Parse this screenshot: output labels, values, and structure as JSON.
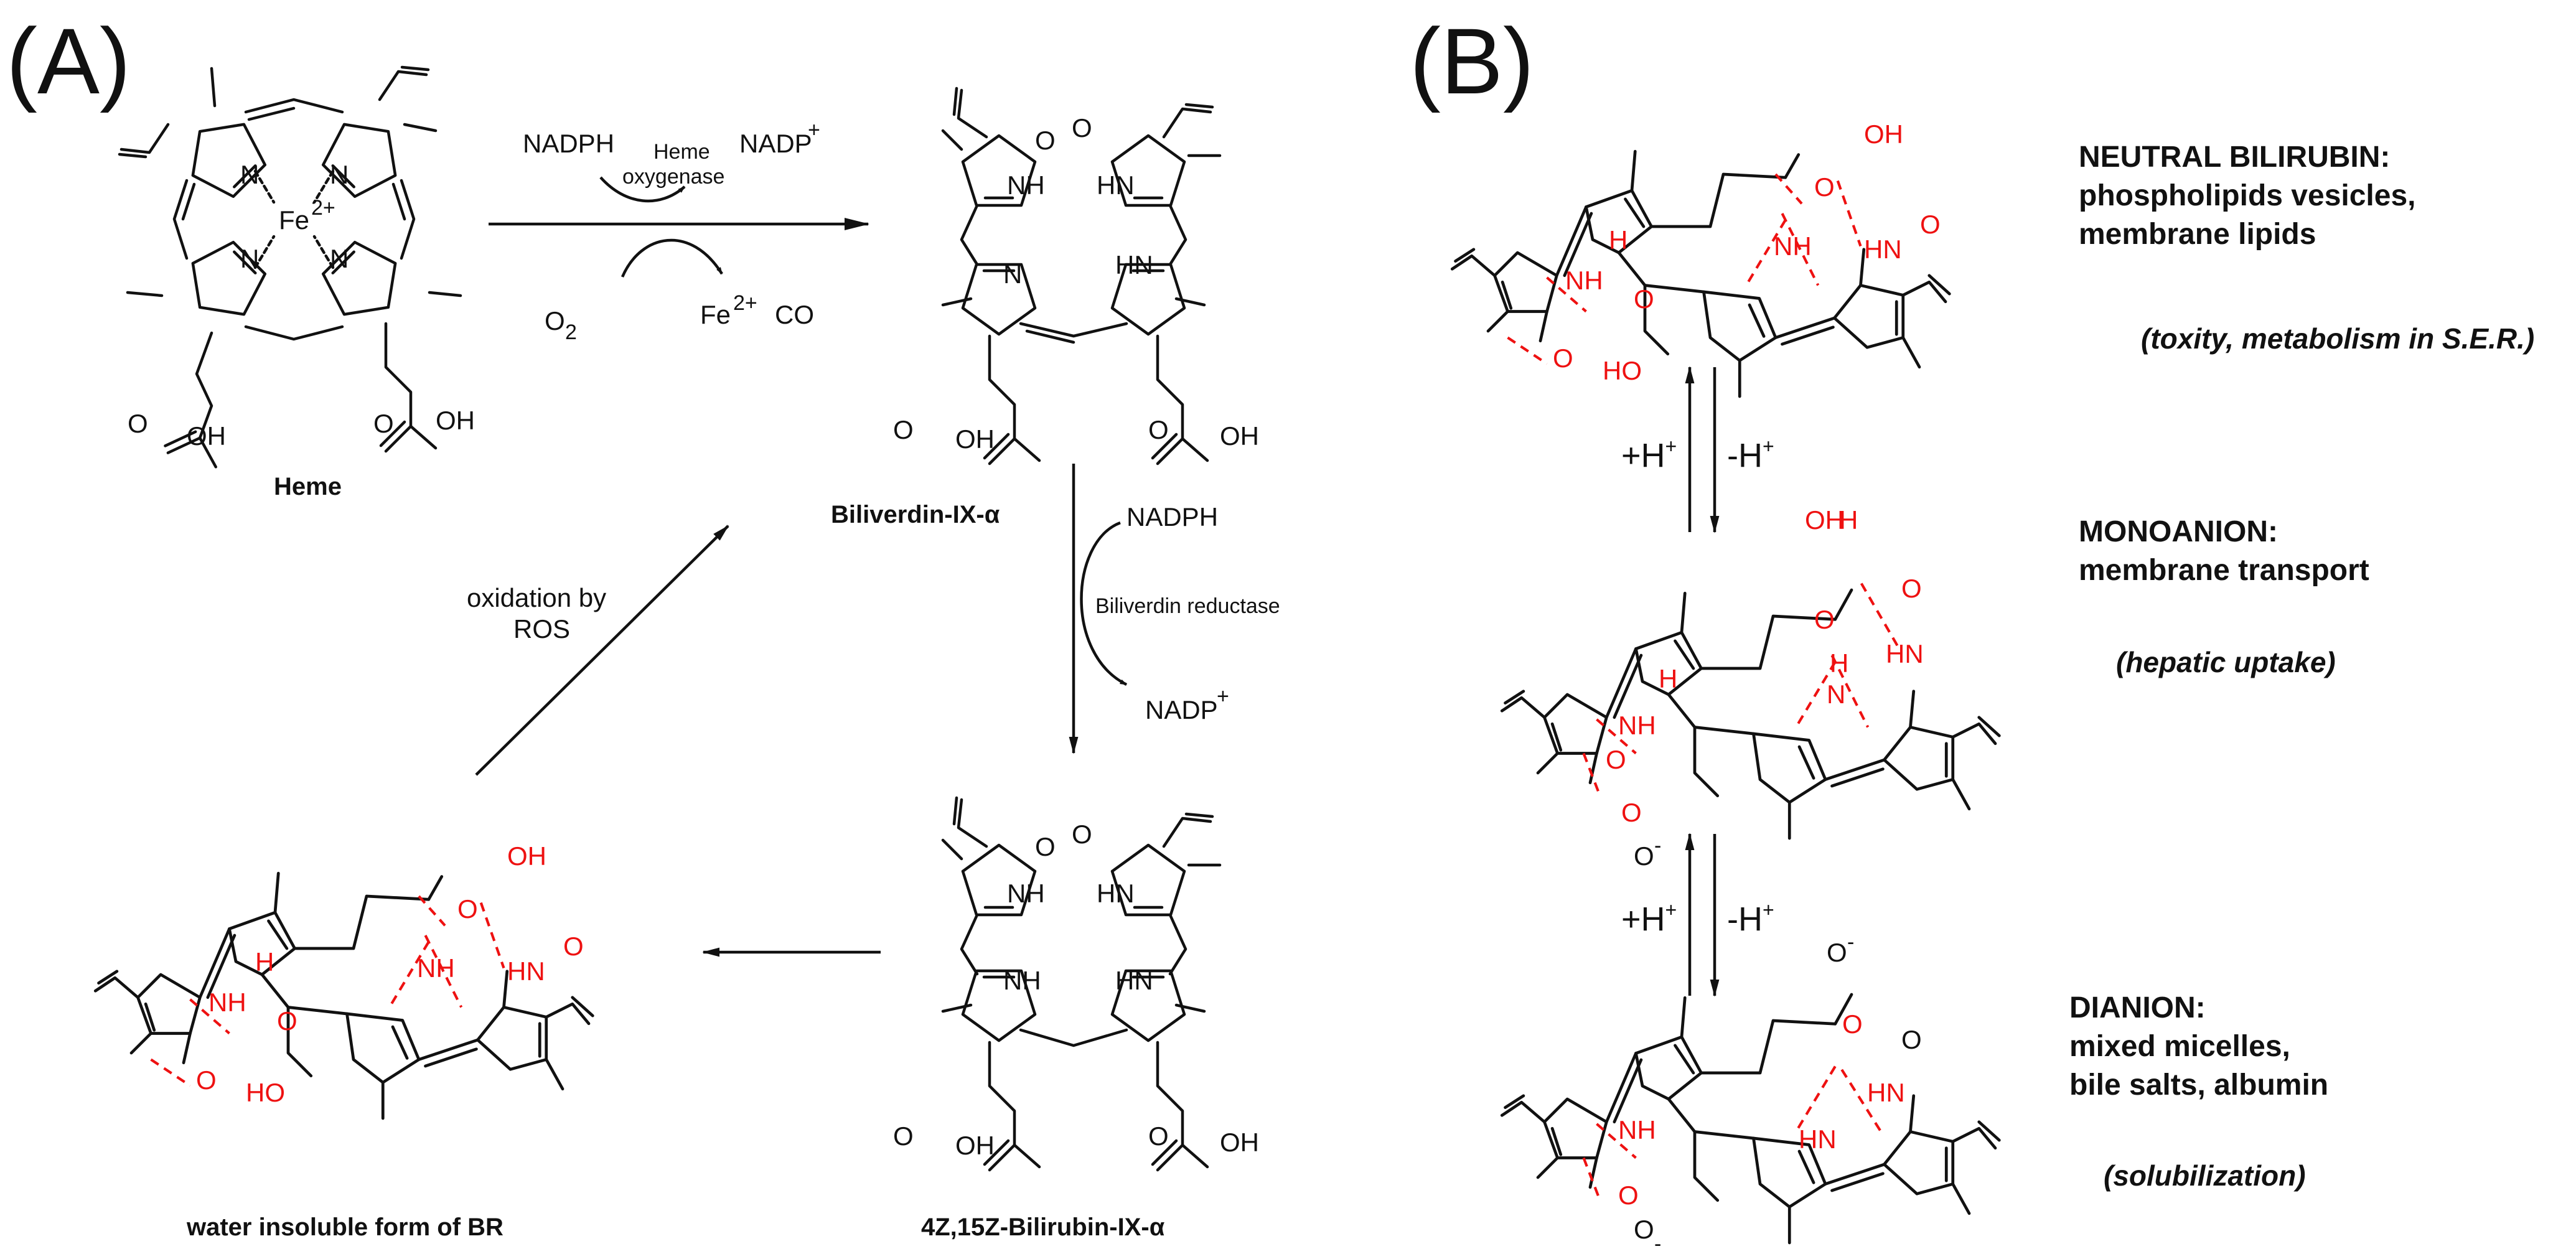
{
  "panels": {
    "a": "(A)",
    "b": "(B)"
  },
  "atoms": {
    "N": "N",
    "NH": "NH",
    "HN": "HN",
    "H": "H",
    "O": "O",
    "OH": "OH",
    "HO": "HO",
    "Fe": "Fe",
    "Fe_charge": "2+",
    "O_minus": "O",
    "minus": "-"
  },
  "reaction_a": {
    "nadph_1": "NADPH",
    "nadp_1": "NADP",
    "plus": "+",
    "enzyme_1_line1": "Heme",
    "enzyme_1_line2": "oxygenase",
    "o2": "O",
    "o2_sub": "2",
    "fe_release": "Fe",
    "fe_release_charge": "2+",
    "co": "CO",
    "nadph_2": "NADPH",
    "enzyme_2": "Biliverdin reductase",
    "nadp_2": "NADP",
    "oxidation_line1": "oxidation by",
    "oxidation_line2": "ROS"
  },
  "compound_labels": {
    "heme": "Heme",
    "biliverdin_prefix": "Biliverdin-IX-",
    "alpha": "α",
    "bilirubin_prefix": "4Z,15Z-Bilirubin-IX-",
    "insoluble": "water insoluble form of BR"
  },
  "equilibria": {
    "protonate": "+H",
    "deprotonate": "-H",
    "plus": "+"
  },
  "species": [
    {
      "title_line1": "NEUTRAL BILIRUBIN:",
      "title_line2": "phospholipids vesicles,",
      "title_line3": "membrane lipids",
      "note": "(toxity, metabolism in S.E.R.)"
    },
    {
      "title_line1": "MONOANION:",
      "title_line2": "membrane transport",
      "title_line3": "",
      "note": "(hepatic uptake)"
    },
    {
      "title_line1": "DIANION:",
      "title_line2": "mixed micelles,",
      "title_line3": "bile salts, albumin",
      "note": "(solubilization)"
    }
  ],
  "colors": {
    "ink": "#111111",
    "hbond": "#e11111",
    "background": "#ffffff"
  }
}
